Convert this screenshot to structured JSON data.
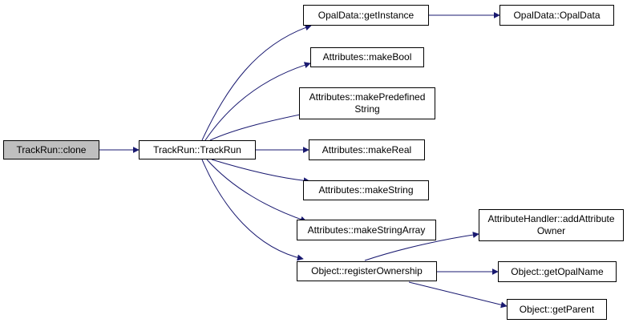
{
  "colors": {
    "edge": "#191970",
    "root_fill": "#bfbfbf",
    "node_fill": "#ffffff",
    "node_border": "#000000"
  },
  "nodes": {
    "trackrun_clone": {
      "lines": [
        "TrackRun::clone"
      ]
    },
    "trackrun_ctor": {
      "lines": [
        "TrackRun::TrackRun"
      ]
    },
    "opaldata_getinstance": {
      "lines": [
        "OpalData::getInstance"
      ]
    },
    "opaldata_ctor": {
      "lines": [
        "OpalData::OpalData"
      ]
    },
    "attr_makebool": {
      "lines": [
        "Attributes::makeBool"
      ]
    },
    "attr_makepredefined": {
      "lines": [
        "Attributes::makePredefined",
        "String"
      ]
    },
    "attr_makereal": {
      "lines": [
        "Attributes::makeReal"
      ]
    },
    "attr_makestring": {
      "lines": [
        "Attributes::makeString"
      ]
    },
    "attr_makestringarray": {
      "lines": [
        "Attributes::makeStringArray"
      ]
    },
    "object_registerownership": {
      "lines": [
        "Object::registerOwnership"
      ]
    },
    "attrhandler_addowner": {
      "lines": [
        "AttributeHandler::addAttribute",
        "Owner"
      ]
    },
    "object_getopalname": {
      "lines": [
        "Object::getOpalName"
      ]
    },
    "object_getparent": {
      "lines": [
        "Object::getParent"
      ]
    }
  }
}
